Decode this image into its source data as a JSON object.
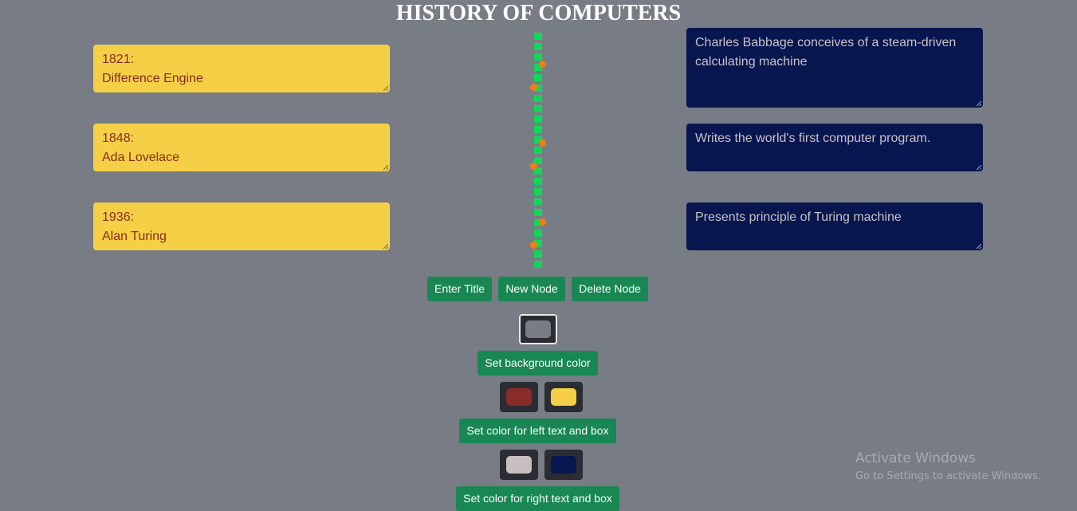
{
  "page": {
    "title": "HISTORY OF COMPUTERS"
  },
  "timeline": {
    "nodes": [
      {
        "left_text": "1821:\nDifference Engine",
        "right_text": "Charles Babbage conceives of a steam-driven calculating machine"
      },
      {
        "left_text": "1848:\nAda Lovelace",
        "right_text": "Writes the world's first computer program."
      },
      {
        "left_text": "1936:\nAlan Turing",
        "right_text": "Presents principle of Turing machine"
      }
    ],
    "line_color": "#12d65a",
    "dot_color": "#f27d12"
  },
  "toolbar": {
    "enter_title_label": "Enter Title",
    "new_node_label": "New Node",
    "delete_node_label": "Delete Node"
  },
  "colors": {
    "background_label": "Set background color",
    "background_value": "#787c84",
    "left_label": "Set color for left text and box",
    "left_text_value": "#8a2b1e",
    "left_box_value": "#f5cf45",
    "right_label": "Set color for right text and box",
    "right_text_value": "#c8c2c4",
    "right_box_value": "#081650",
    "button_color": "#198754"
  },
  "watermark": {
    "title": "Activate Windows",
    "subtitle": "Go to Settings to activate Windows."
  }
}
